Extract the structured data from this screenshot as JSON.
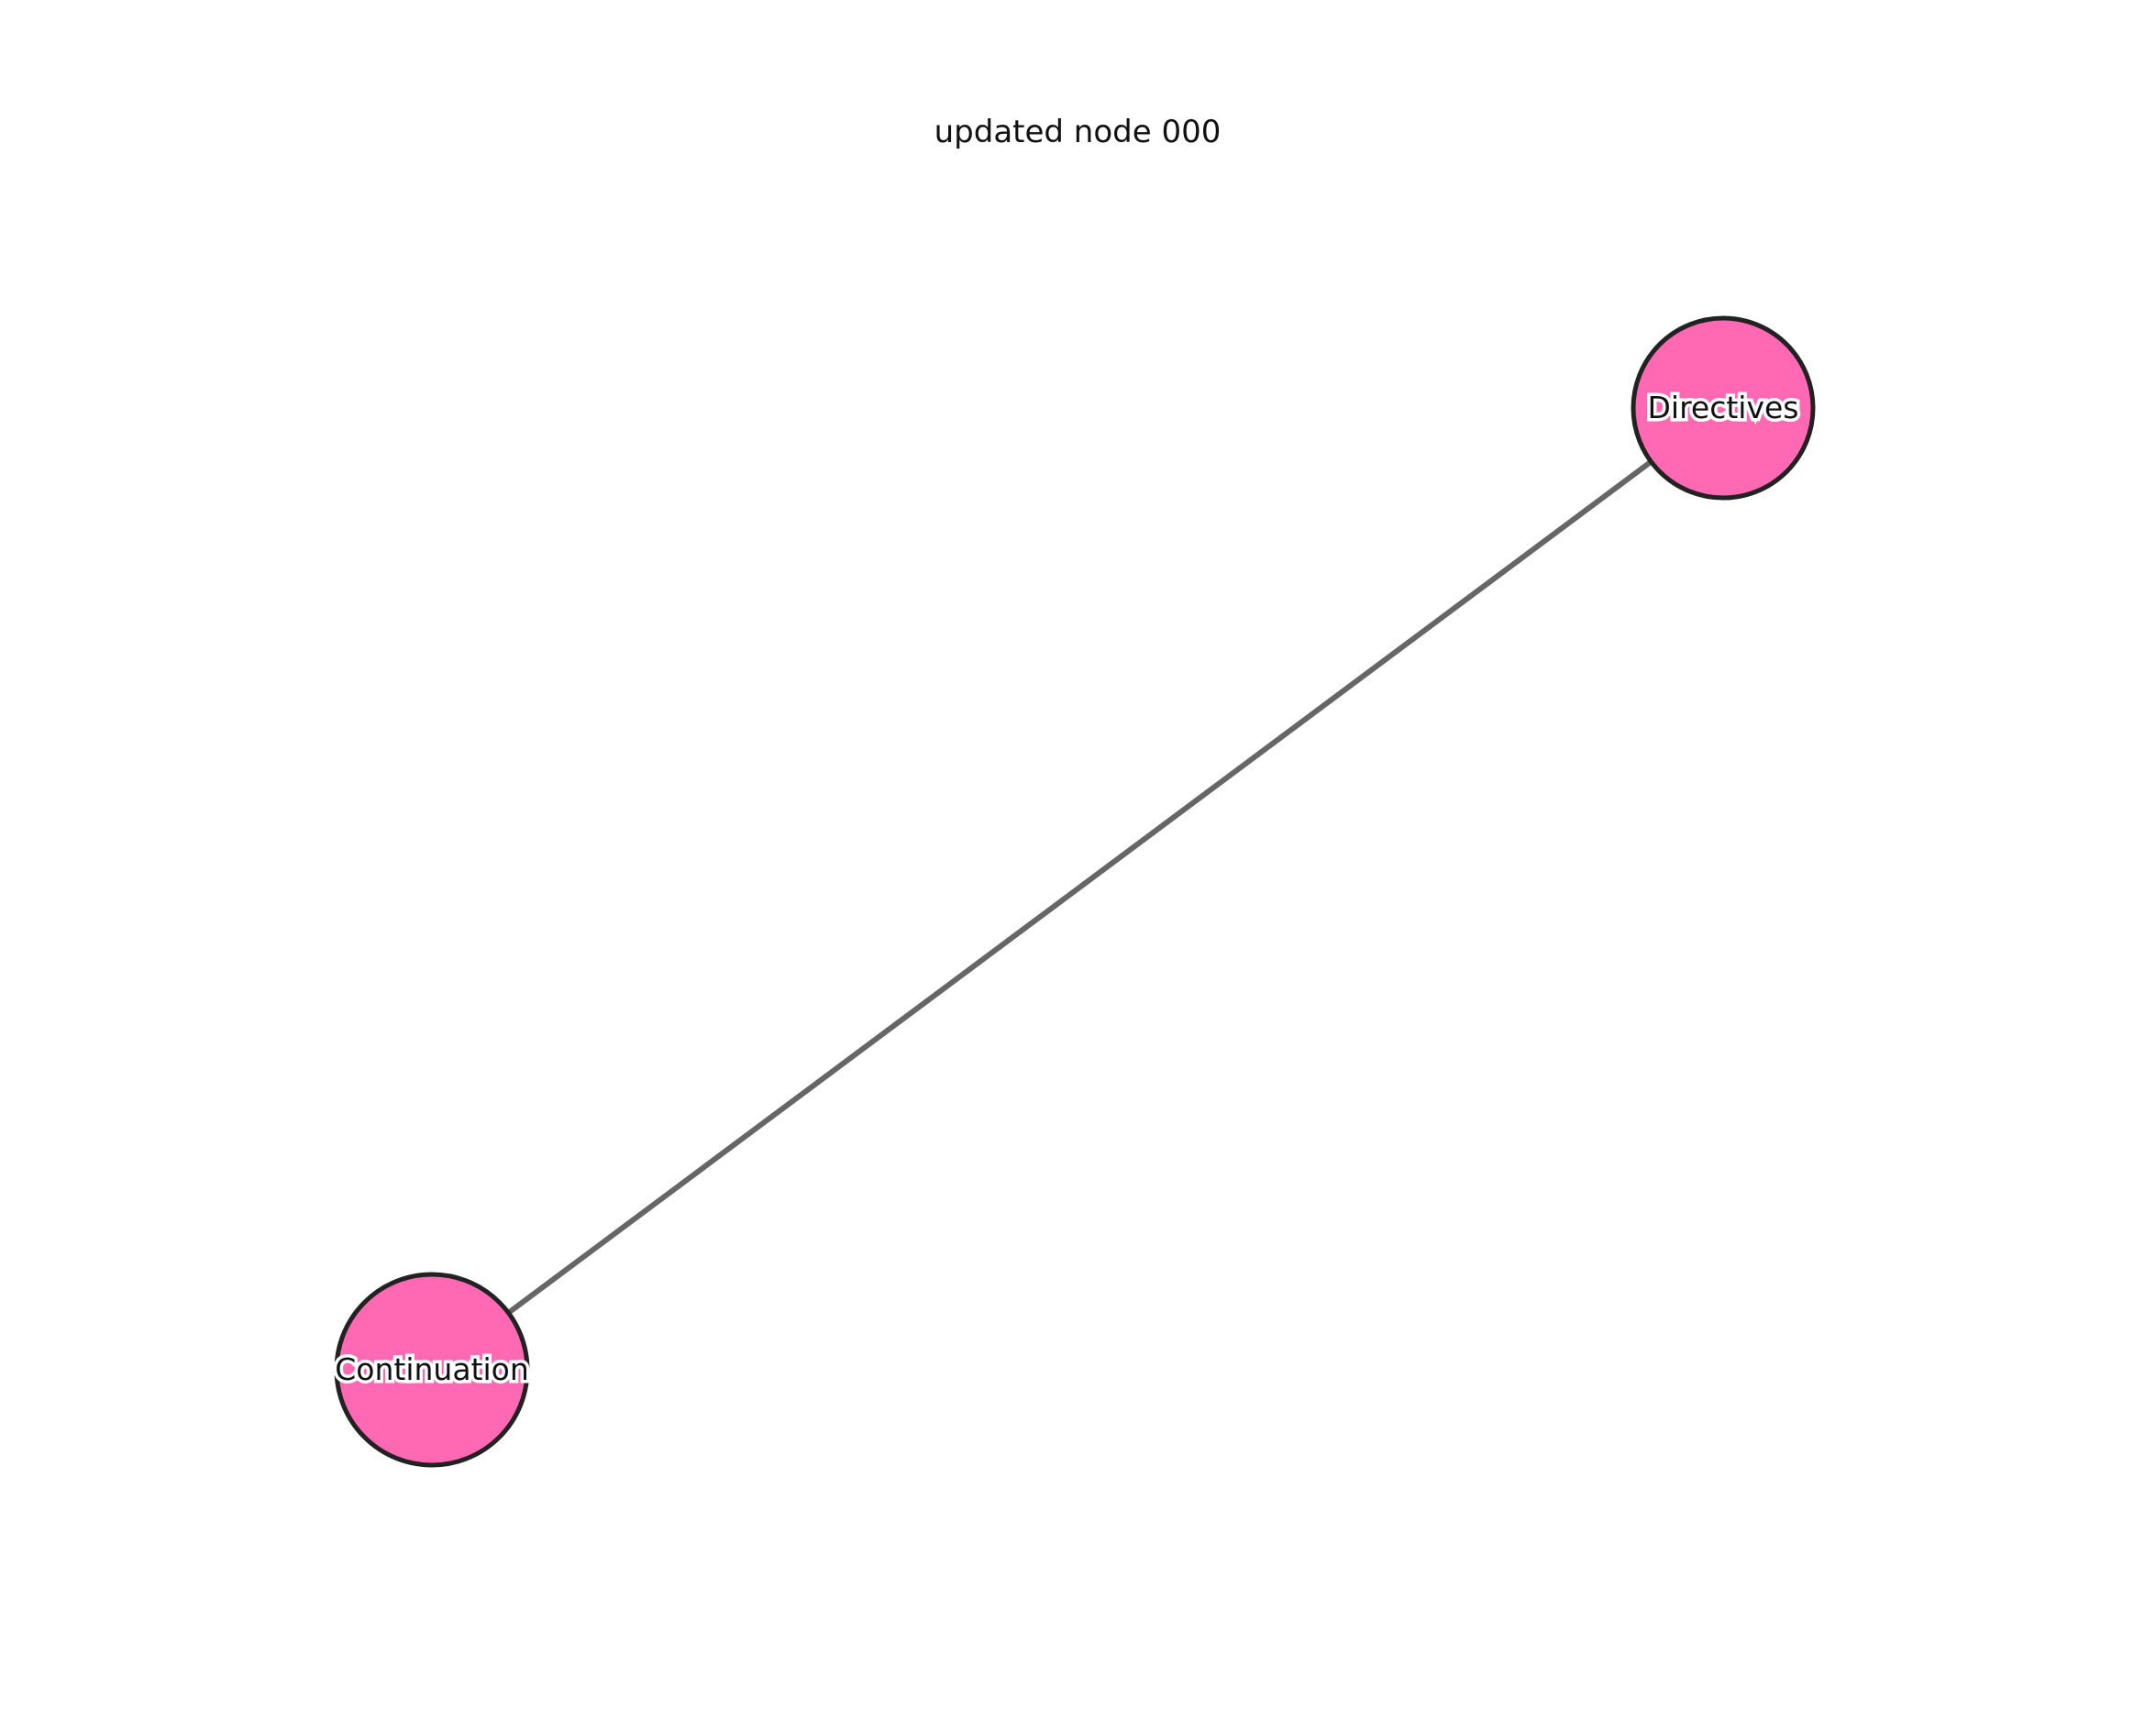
{
  "title": "updated node 000",
  "colors": {
    "node_fill": "#ff69b4",
    "node_stroke": "#222222",
    "edge": "#666666",
    "label": "#111111"
  },
  "nodes": [
    {
      "id": "directives",
      "label": "Directives"
    },
    {
      "id": "continuation",
      "label": "Continuation"
    }
  ],
  "edges": [
    {
      "source": "continuation",
      "target": "directives"
    }
  ]
}
